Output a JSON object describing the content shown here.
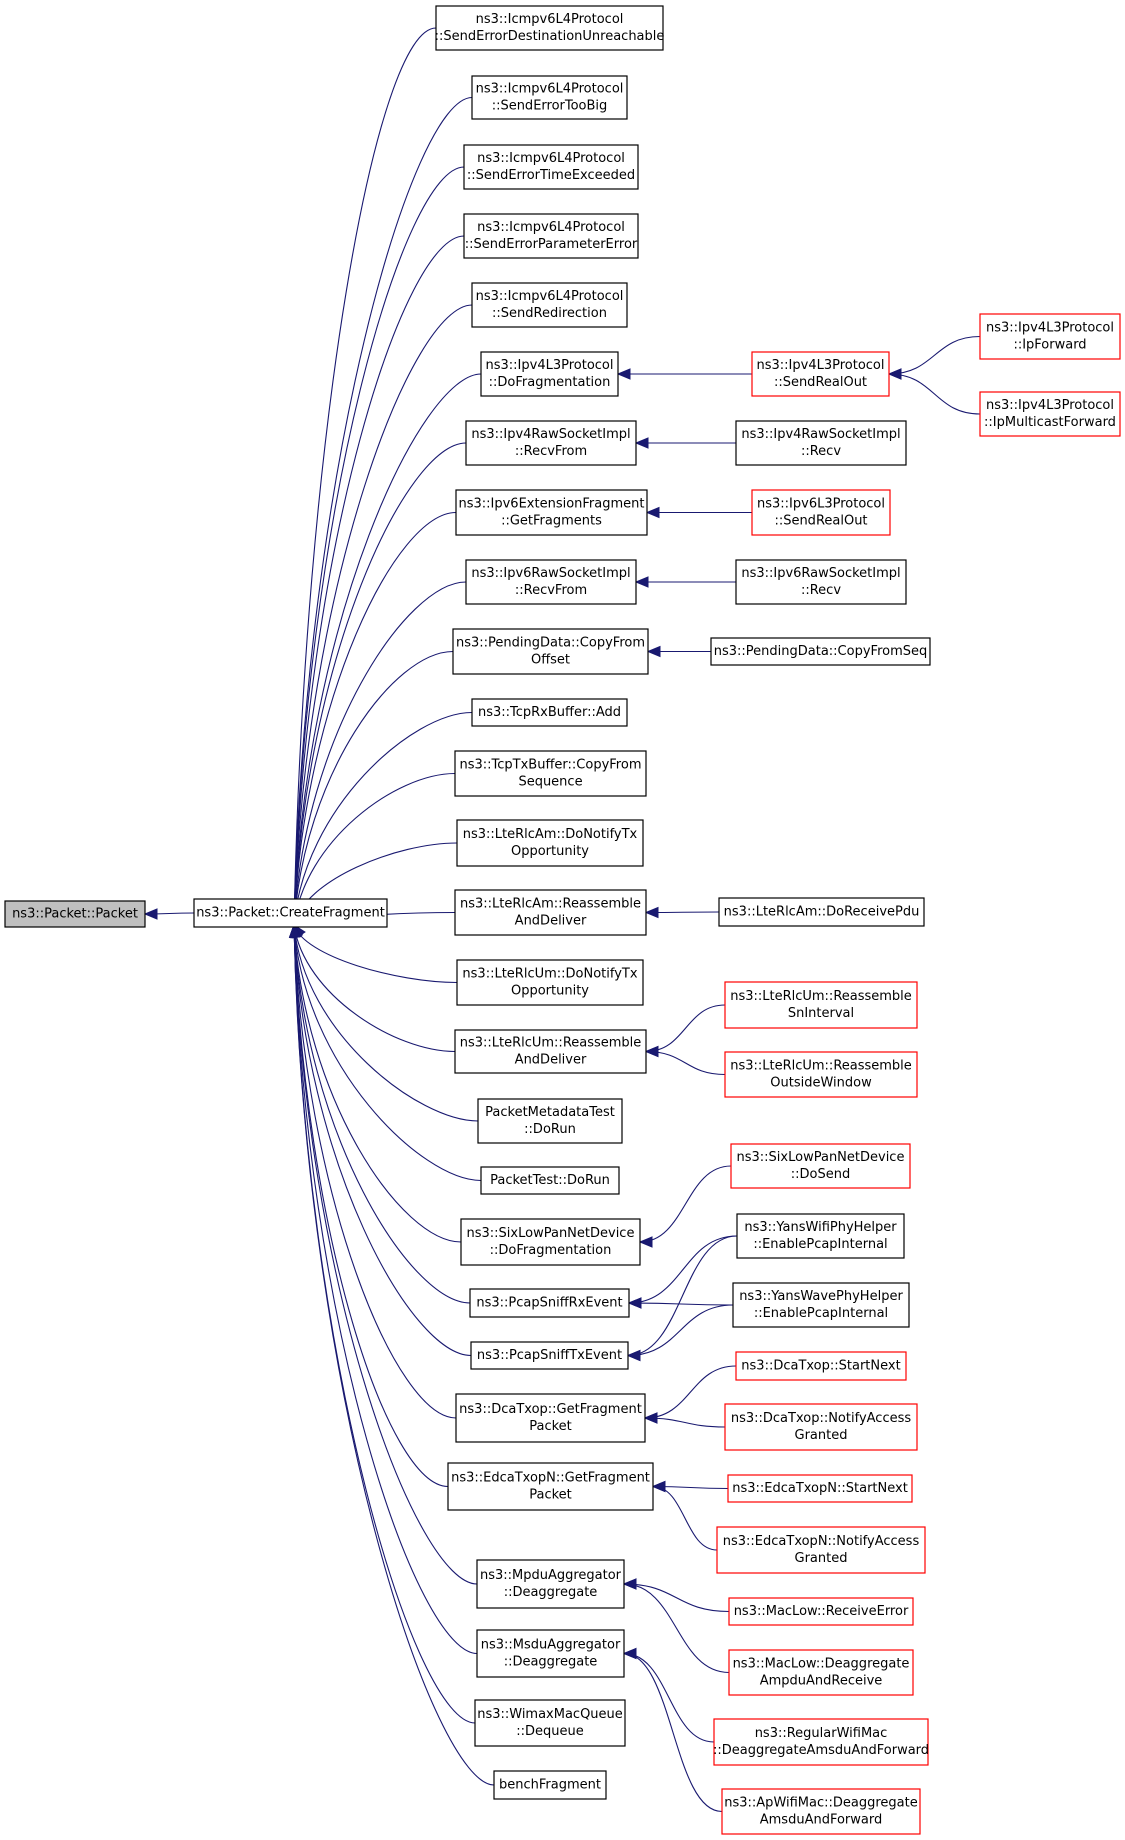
{
  "nodes": {
    "packet": [
      "ns3::Packet::Packet"
    ],
    "createFragment": [
      "ns3::Packet::CreateFragment"
    ],
    "sendErrDest": [
      "ns3::Icmpv6L4Protocol",
      "::SendErrorDestinationUnreachable"
    ],
    "sendErrTooBig": [
      "ns3::Icmpv6L4Protocol",
      "::SendErrorTooBig"
    ],
    "sendErrTime": [
      "ns3::Icmpv6L4Protocol",
      "::SendErrorTimeExceeded"
    ],
    "sendErrParam": [
      "ns3::Icmpv6L4Protocol",
      "::SendErrorParameterError"
    ],
    "sendRedirect": [
      "ns3::Icmpv6L4Protocol",
      "::SendRedirection"
    ],
    "ipv4DoFrag": [
      "ns3::Ipv4L3Protocol",
      "::DoFragmentation"
    ],
    "ipv4RawRecvFrom": [
      "ns3::Ipv4RawSocketImpl",
      "::RecvFrom"
    ],
    "ipv6ExtFrag": [
      "ns3::Ipv6ExtensionFragment",
      "::GetFragments"
    ],
    "ipv6RawRecvFrom": [
      "ns3::Ipv6RawSocketImpl",
      "::RecvFrom"
    ],
    "pendingCopyFrom": [
      "ns3::PendingData::CopyFrom",
      "Offset"
    ],
    "tcpRxAdd": [
      "ns3::TcpRxBuffer::Add"
    ],
    "tcpTxCopy": [
      "ns3::TcpTxBuffer::CopyFrom",
      "Sequence"
    ],
    "lteAmNotify": [
      "ns3::LteRlcAm::DoNotifyTx",
      "Opportunity"
    ],
    "lteAmReassemble": [
      "ns3::LteRlcAm::Reassemble",
      "AndDeliver"
    ],
    "lteUmNotify": [
      "ns3::LteRlcUm::DoNotifyTx",
      "Opportunity"
    ],
    "lteUmReassemble": [
      "ns3::LteRlcUm::Reassemble",
      "AndDeliver"
    ],
    "pktMetaTest": [
      "PacketMetadataTest",
      "::DoRun"
    ],
    "pktTest": [
      "PacketTest::DoRun"
    ],
    "sixDoFrag": [
      "ns3::SixLowPanNetDevice",
      "::DoFragmentation"
    ],
    "pcapRx": [
      "ns3::PcapSniffRxEvent"
    ],
    "pcapTx": [
      "ns3::PcapSniffTxEvent"
    ],
    "dcaGetFrag": [
      "ns3::DcaTxop::GetFragment",
      "Packet"
    ],
    "edcaGetFrag": [
      "ns3::EdcaTxopN::GetFragment",
      "Packet"
    ],
    "mpduDeagg": [
      "ns3::MpduAggregator",
      "::Deaggregate"
    ],
    "msduDeagg": [
      "ns3::MsduAggregator",
      "::Deaggregate"
    ],
    "wimaxDequeue": [
      "ns3::WimaxMacQueue",
      "::Dequeue"
    ],
    "benchFrag": [
      "benchFragment"
    ],
    "ipv4SendRealOut": [
      "ns3::Ipv4L3Protocol",
      "::SendRealOut"
    ],
    "ipv4RawRecv": [
      "ns3::Ipv4RawSocketImpl",
      "::Recv"
    ],
    "ipv6SendRealOut": [
      "ns3::Ipv6L3Protocol",
      "::SendRealOut"
    ],
    "ipv6RawRecv": [
      "ns3::Ipv6RawSocketImpl",
      "::Recv"
    ],
    "pendingCopySeq": [
      "ns3::PendingData::CopyFromSeq"
    ],
    "lteAmReceive": [
      "ns3::LteRlcAm::DoReceivePdu"
    ],
    "lteUmSn": [
      "ns3::LteRlcUm::Reassemble",
      "SnInterval"
    ],
    "lteUmOutside": [
      "ns3::LteRlcUm::Reassemble",
      "OutsideWindow"
    ],
    "sixDoSend": [
      "ns3::SixLowPanNetDevice",
      "::DoSend"
    ],
    "yansWifi": [
      "ns3::YansWifiPhyHelper",
      "::EnablePcapInternal"
    ],
    "yansWave": [
      "ns3::YansWavePhyHelper",
      "::EnablePcapInternal"
    ],
    "dcaStartNext": [
      "ns3::DcaTxop::StartNext"
    ],
    "dcaNotify": [
      "ns3::DcaTxop::NotifyAccess",
      "Granted"
    ],
    "edcaStartNext": [
      "ns3::EdcaTxopN::StartNext"
    ],
    "edcaNotify": [
      "ns3::EdcaTxopN::NotifyAccess",
      "Granted"
    ],
    "macLowRecvErr": [
      "ns3::MacLow::ReceiveError"
    ],
    "macLowDeagg": [
      "ns3::MacLow::Deaggregate",
      "AmpduAndReceive"
    ],
    "regularWifi": [
      "ns3::RegularWifiMac",
      "::DeaggregateAmsduAndForward"
    ],
    "apWifi": [
      "ns3::ApWifiMac::Deaggregate",
      "AmsduAndForward"
    ],
    "ipv4IpForward": [
      "ns3::Ipv4L3Protocol",
      "::IpForward"
    ],
    "ipv4IpMulticast": [
      "ns3::Ipv4L3Protocol",
      "::IpMulticastForward"
    ]
  },
  "edges": [
    [
      "createFragment",
      "packet"
    ],
    [
      "sendErrDest",
      "createFragment"
    ],
    [
      "sendErrTooBig",
      "createFragment"
    ],
    [
      "sendErrTime",
      "createFragment"
    ],
    [
      "sendErrParam",
      "createFragment"
    ],
    [
      "sendRedirect",
      "createFragment"
    ],
    [
      "ipv4DoFrag",
      "createFragment"
    ],
    [
      "ipv4RawRecvFrom",
      "createFragment"
    ],
    [
      "ipv6ExtFrag",
      "createFragment"
    ],
    [
      "ipv6RawRecvFrom",
      "createFragment"
    ],
    [
      "pendingCopyFrom",
      "createFragment"
    ],
    [
      "tcpRxAdd",
      "createFragment"
    ],
    [
      "tcpTxCopy",
      "createFragment"
    ],
    [
      "lteAmNotify",
      "createFragment"
    ],
    [
      "lteAmReassemble",
      "createFragment"
    ],
    [
      "lteUmNotify",
      "createFragment"
    ],
    [
      "lteUmReassemble",
      "createFragment"
    ],
    [
      "pktMetaTest",
      "createFragment"
    ],
    [
      "pktTest",
      "createFragment"
    ],
    [
      "sixDoFrag",
      "createFragment"
    ],
    [
      "pcapRx",
      "createFragment"
    ],
    [
      "pcapTx",
      "createFragment"
    ],
    [
      "dcaGetFrag",
      "createFragment"
    ],
    [
      "edcaGetFrag",
      "createFragment"
    ],
    [
      "mpduDeagg",
      "createFragment"
    ],
    [
      "msduDeagg",
      "createFragment"
    ],
    [
      "wimaxDequeue",
      "createFragment"
    ],
    [
      "benchFrag",
      "createFragment"
    ],
    [
      "ipv4SendRealOut",
      "ipv4DoFrag"
    ],
    [
      "ipv4IpForward",
      "ipv4SendRealOut"
    ],
    [
      "ipv4IpMulticast",
      "ipv4SendRealOut"
    ],
    [
      "ipv4RawRecv",
      "ipv4RawRecvFrom"
    ],
    [
      "ipv6SendRealOut",
      "ipv6ExtFrag"
    ],
    [
      "ipv6RawRecv",
      "ipv6RawRecvFrom"
    ],
    [
      "pendingCopySeq",
      "pendingCopyFrom"
    ],
    [
      "lteAmReceive",
      "lteAmReassemble"
    ],
    [
      "lteUmSn",
      "lteUmReassemble"
    ],
    [
      "lteUmOutside",
      "lteUmReassemble"
    ],
    [
      "sixDoSend",
      "sixDoFrag"
    ],
    [
      "yansWifi",
      "pcapRx"
    ],
    [
      "yansWave",
      "pcapRx"
    ],
    [
      "yansWifi",
      "pcapTx"
    ],
    [
      "yansWave",
      "pcapTx"
    ],
    [
      "dcaStartNext",
      "dcaGetFrag"
    ],
    [
      "dcaNotify",
      "dcaGetFrag"
    ],
    [
      "edcaStartNext",
      "edcaGetFrag"
    ],
    [
      "edcaNotify",
      "edcaGetFrag"
    ],
    [
      "macLowRecvErr",
      "mpduDeagg"
    ],
    [
      "macLowDeagg",
      "mpduDeagg"
    ],
    [
      "regularWifi",
      "msduDeagg"
    ],
    [
      "apWifi",
      "msduDeagg"
    ]
  ],
  "colors": {
    "edge": "#191970",
    "root_fill": "#bfbfbf",
    "normal_border": "#000000",
    "truncated_border": "#ff0000"
  }
}
